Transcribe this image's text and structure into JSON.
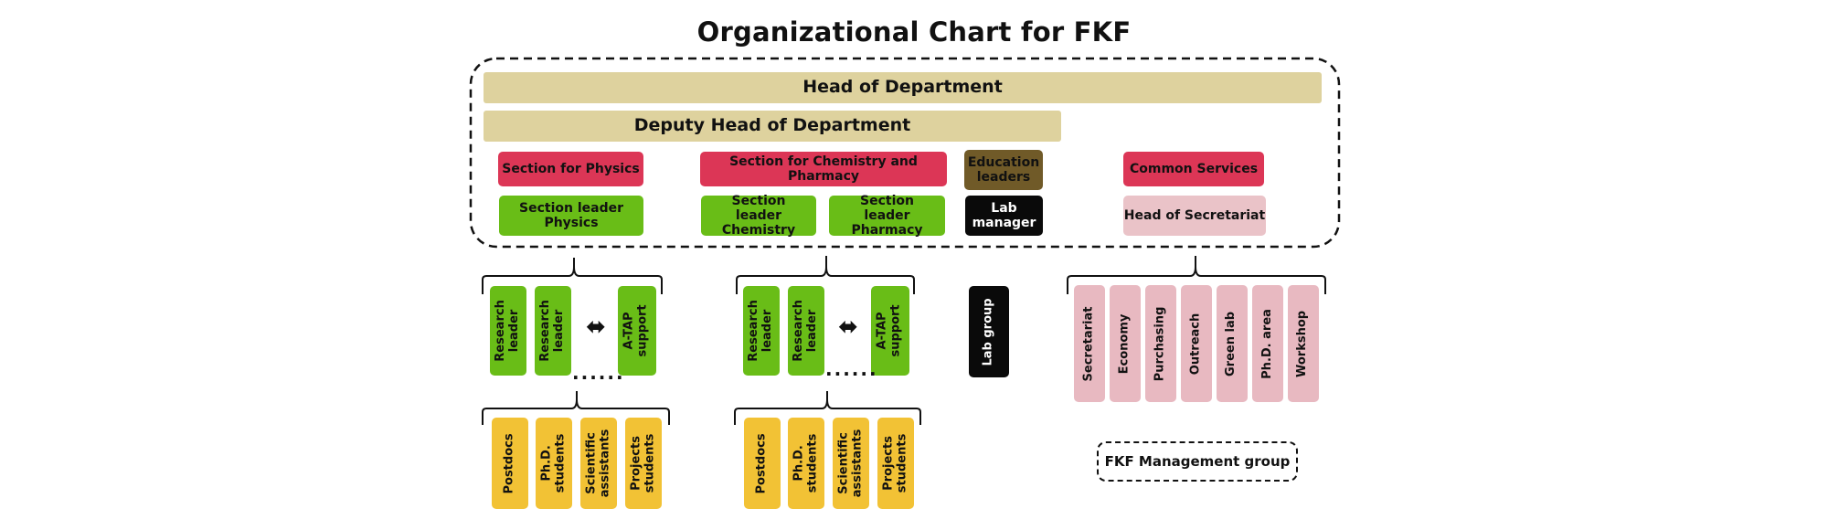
{
  "title": "Organizational Chart for FKF",
  "top": {
    "head": "Head of Department",
    "deputy": "Deputy Head of Department",
    "section_physics": "Section for Physics",
    "section_chem_pharm": "Section for Chemistry and Pharmacy",
    "education_leaders": "Education leaders",
    "common_services": "Common Services",
    "leader_physics": "Section leader Physics",
    "leader_chemistry": "Section leader Chemistry",
    "leader_pharmacy": "Section leader Pharmacy",
    "lab_manager": "Lab manager",
    "head_secretariat": "Head of Secretariat"
  },
  "research_group": {
    "research_leader": "Research leader",
    "atap": "A-TAP support",
    "arrow": "⬌",
    "dots": "......"
  },
  "students": [
    "Postdocs",
    "Ph.D. students",
    "Scientific assistants",
    "Projects students"
  ],
  "lab_group": "Lab group",
  "services": [
    "Secretariat",
    "Economy",
    "Purchasing",
    "Outreach",
    "Green lab",
    "Ph.D. area",
    "Workshop"
  ],
  "management_group": "FKF Management group",
  "colors": {
    "tan": "#ded29e",
    "red": "#dc3656",
    "green": "#69bd17",
    "brown": "#705a28",
    "black": "#0a0a0a",
    "pink": "#e8b9c1",
    "yellow": "#f2c235"
  }
}
